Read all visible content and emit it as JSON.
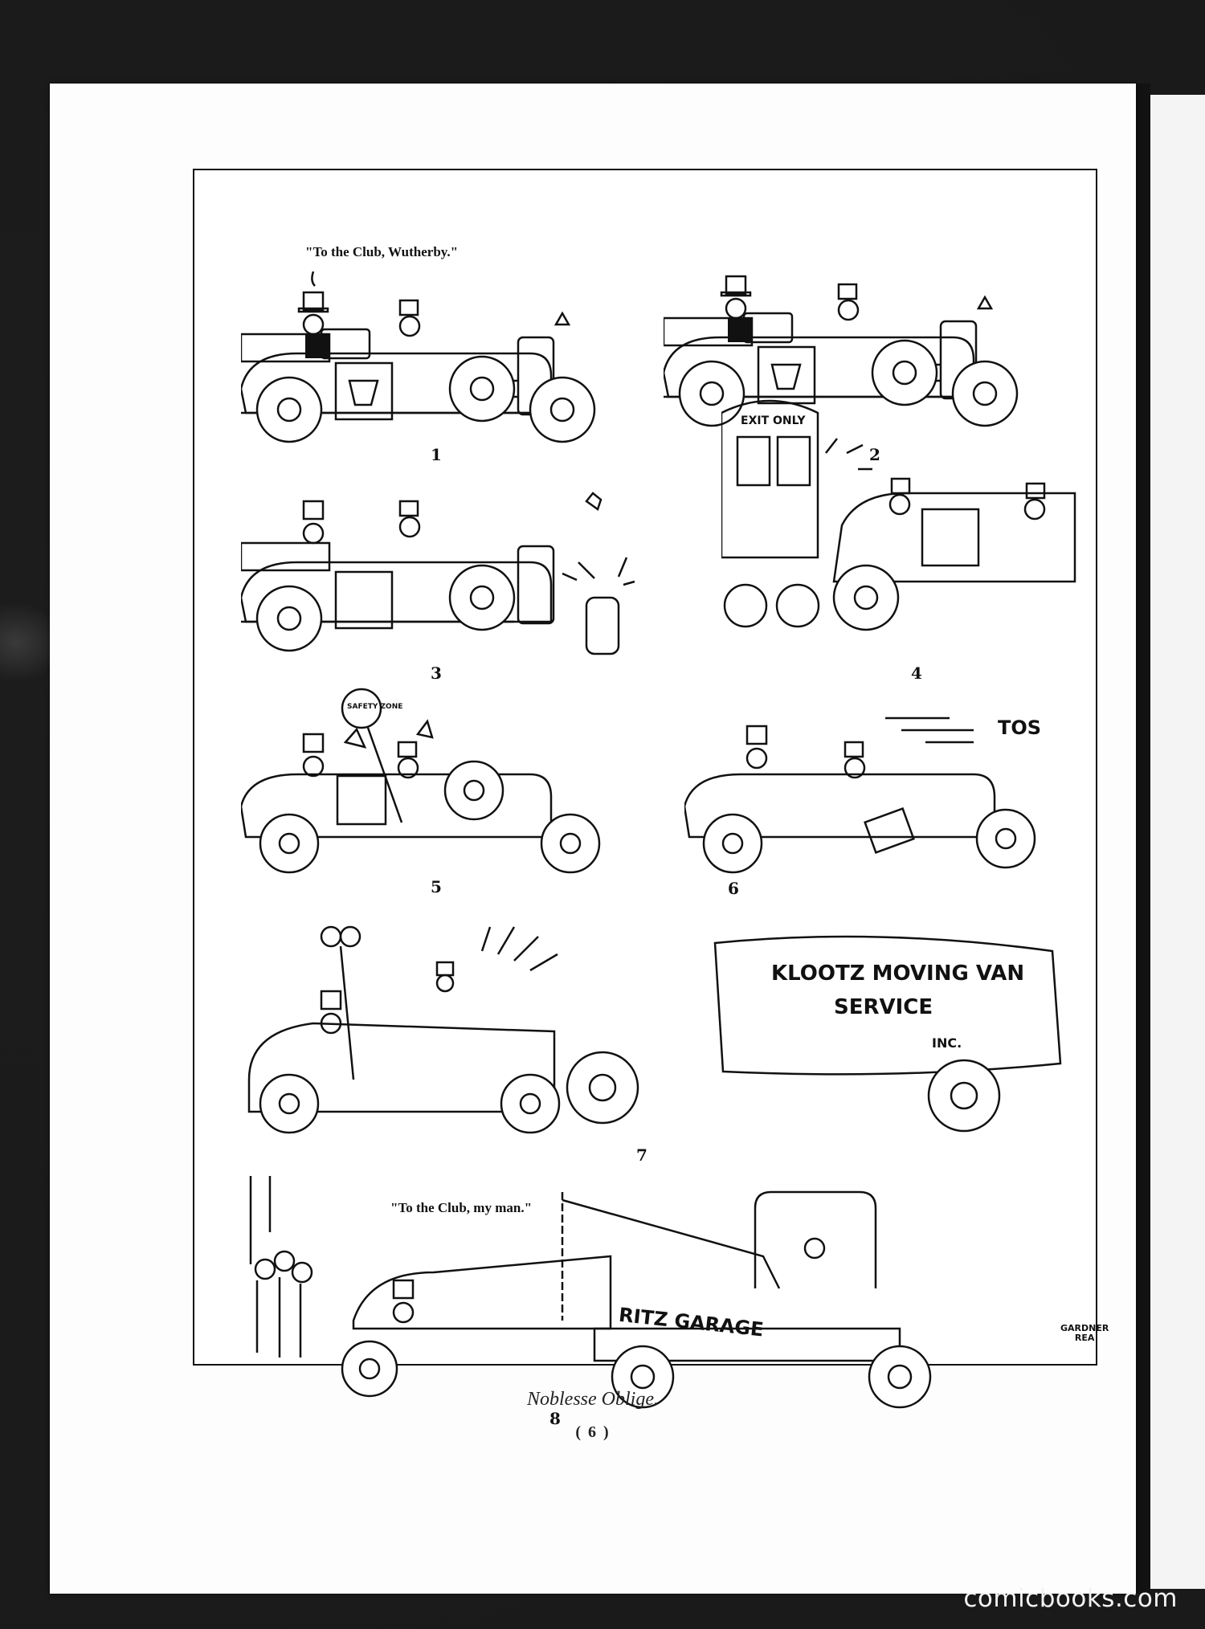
{
  "comic": {
    "caption": "Noblesse Oblige.",
    "page_number": "( 6 )",
    "signature_line1": "GARDNER",
    "signature_line2": "REA",
    "panels": [
      {
        "number": "1",
        "speech": "\"To the Club, Wutherby.\""
      },
      {
        "number": "2"
      },
      {
        "number": "3"
      },
      {
        "number": "4",
        "sign": "EXIT ONLY"
      },
      {
        "number": "5",
        "sign": "SAFETY ZONE"
      },
      {
        "number": "6",
        "sign": "TOS"
      },
      {
        "number": "7",
        "van_line1": "KLOOTZ MOVING VAN",
        "van_line2": "SERVICE",
        "van_line3": "INC."
      },
      {
        "number": "8",
        "speech": "\"To the Club, my man.\"",
        "truck_sign": "RITZ GARAGE"
      }
    ]
  },
  "watermark": "comicbooks.com"
}
